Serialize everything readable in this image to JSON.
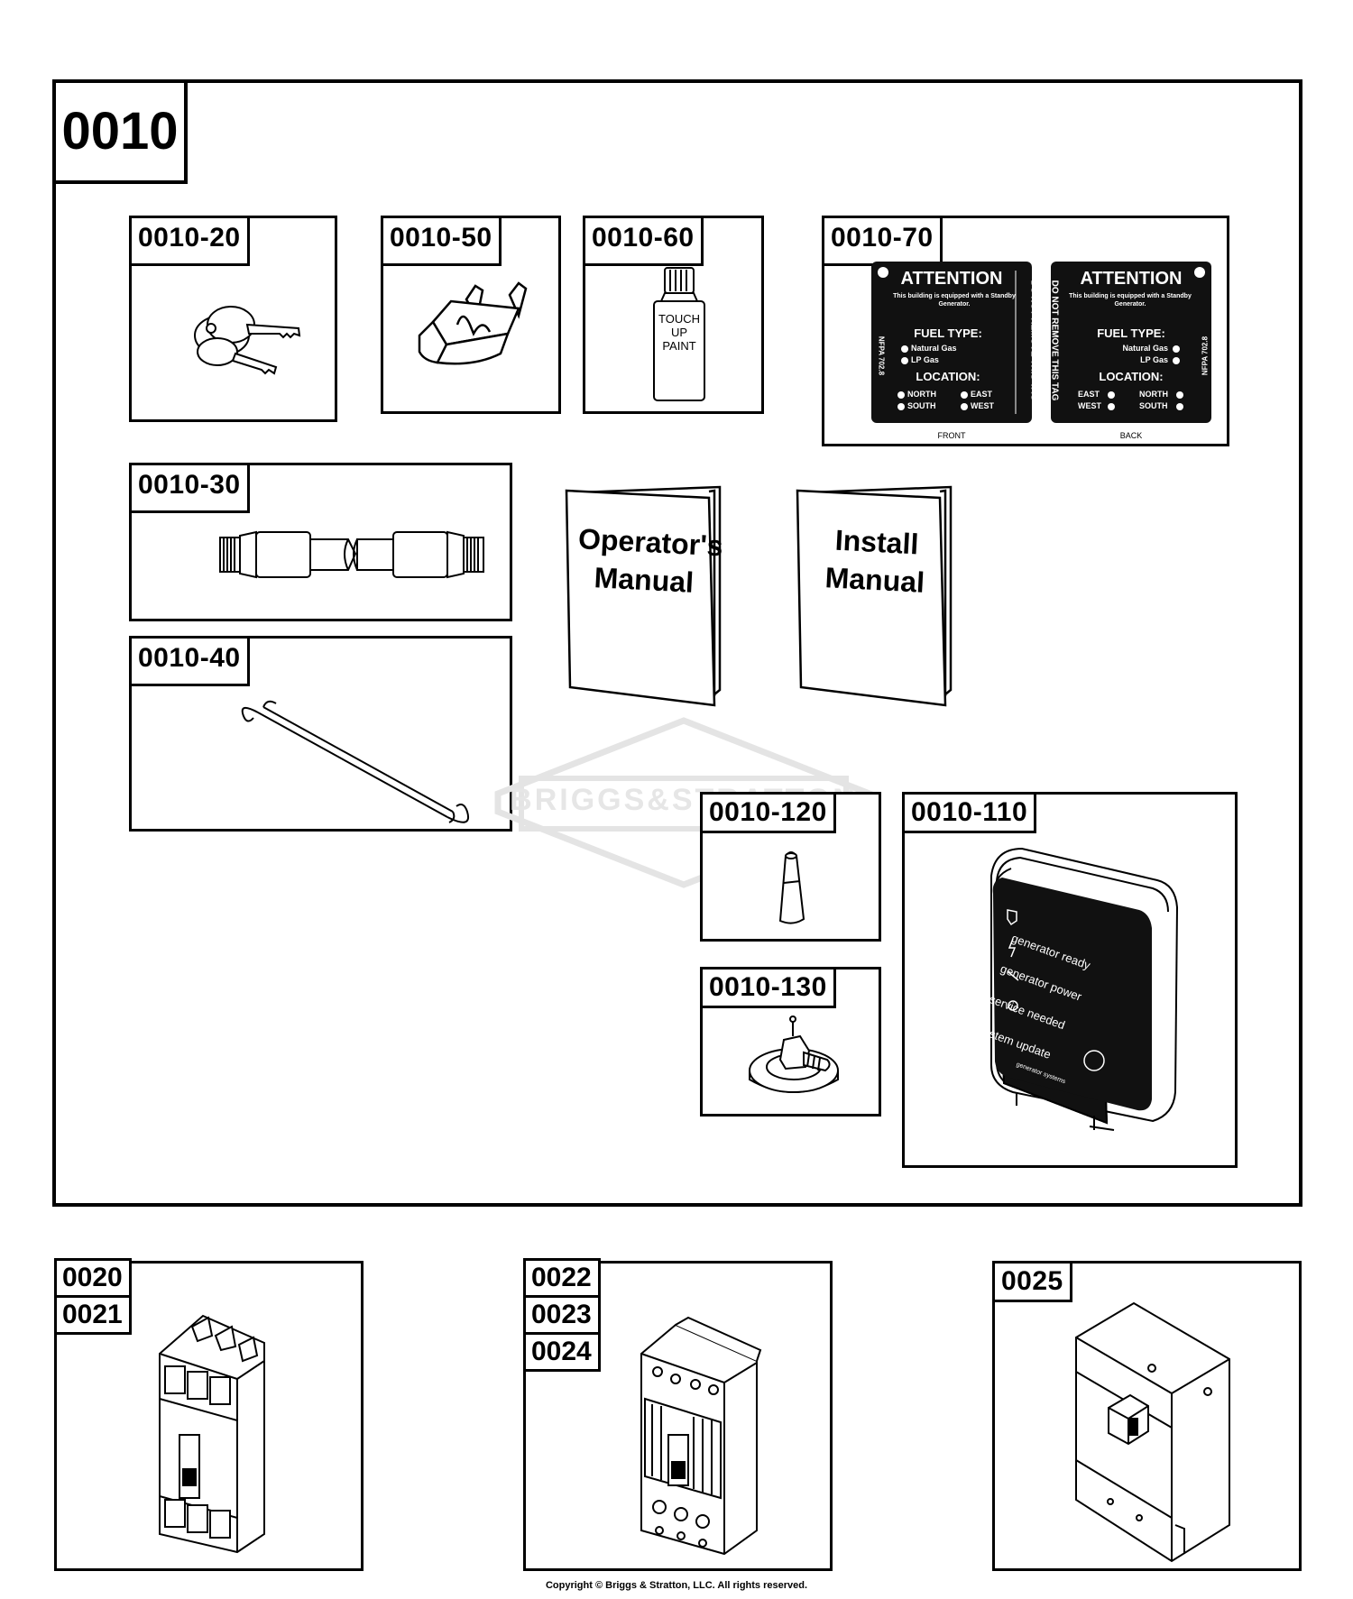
{
  "main_group": {
    "code": "0010"
  },
  "parts": {
    "p20": "0010-20",
    "p50": "0010-50",
    "p60": "0010-60",
    "p70": "0010-70",
    "p30": "0010-30",
    "p40": "0010-40",
    "p120": "0010-120",
    "p110": "0010-110",
    "p130": "0010-130"
  },
  "paint": {
    "line1": "TOUCH",
    "line2": "UP",
    "line3": "PAINT"
  },
  "tag_front": {
    "title": "ATTENTION",
    "subtitle": "This building is equipped with a Standby Generator.",
    "fuel_label": "FUEL TYPE:",
    "fuel_opts": [
      "Natural Gas",
      "LP Gas"
    ],
    "location_label": "LOCATION:",
    "loc_left": [
      "NORTH",
      "SOUTH"
    ],
    "loc_right": [
      "EAST",
      "WEST"
    ],
    "side_left": "NFPA 702.8",
    "side_right": "DO NOT REMOVE THIS TAG",
    "caption": "FRONT"
  },
  "tag_back": {
    "title": "ATTENTION",
    "subtitle": "This building is equipped with a Standby Generator.",
    "fuel_label": "FUEL TYPE:",
    "fuel_opts": [
      "Natural Gas",
      "LP Gas"
    ],
    "location_label": "LOCATION:",
    "loc_left": [
      "EAST",
      "WEST"
    ],
    "loc_right": [
      "NORTH",
      "SOUTH"
    ],
    "side_left": "DO NOT REMOVE THIS TAG",
    "side_right": "NFPA 702.8",
    "caption": "BACK"
  },
  "manuals": {
    "operator": [
      "Operator's",
      "Manual"
    ],
    "install": [
      "Install",
      "Manual"
    ]
  },
  "watermark": "BRIGGS&STRATTON",
  "monitor": {
    "lines": [
      "generator ready",
      "generator power",
      "service needed",
      "system update"
    ],
    "brand": "generator systems"
  },
  "breakers": {
    "b1": [
      "0020",
      "0021"
    ],
    "b2": [
      "0022",
      "0023",
      "0024"
    ],
    "b3": "0025"
  },
  "copyright": "Copyright © Briggs & Stratton, LLC. All rights reserved."
}
